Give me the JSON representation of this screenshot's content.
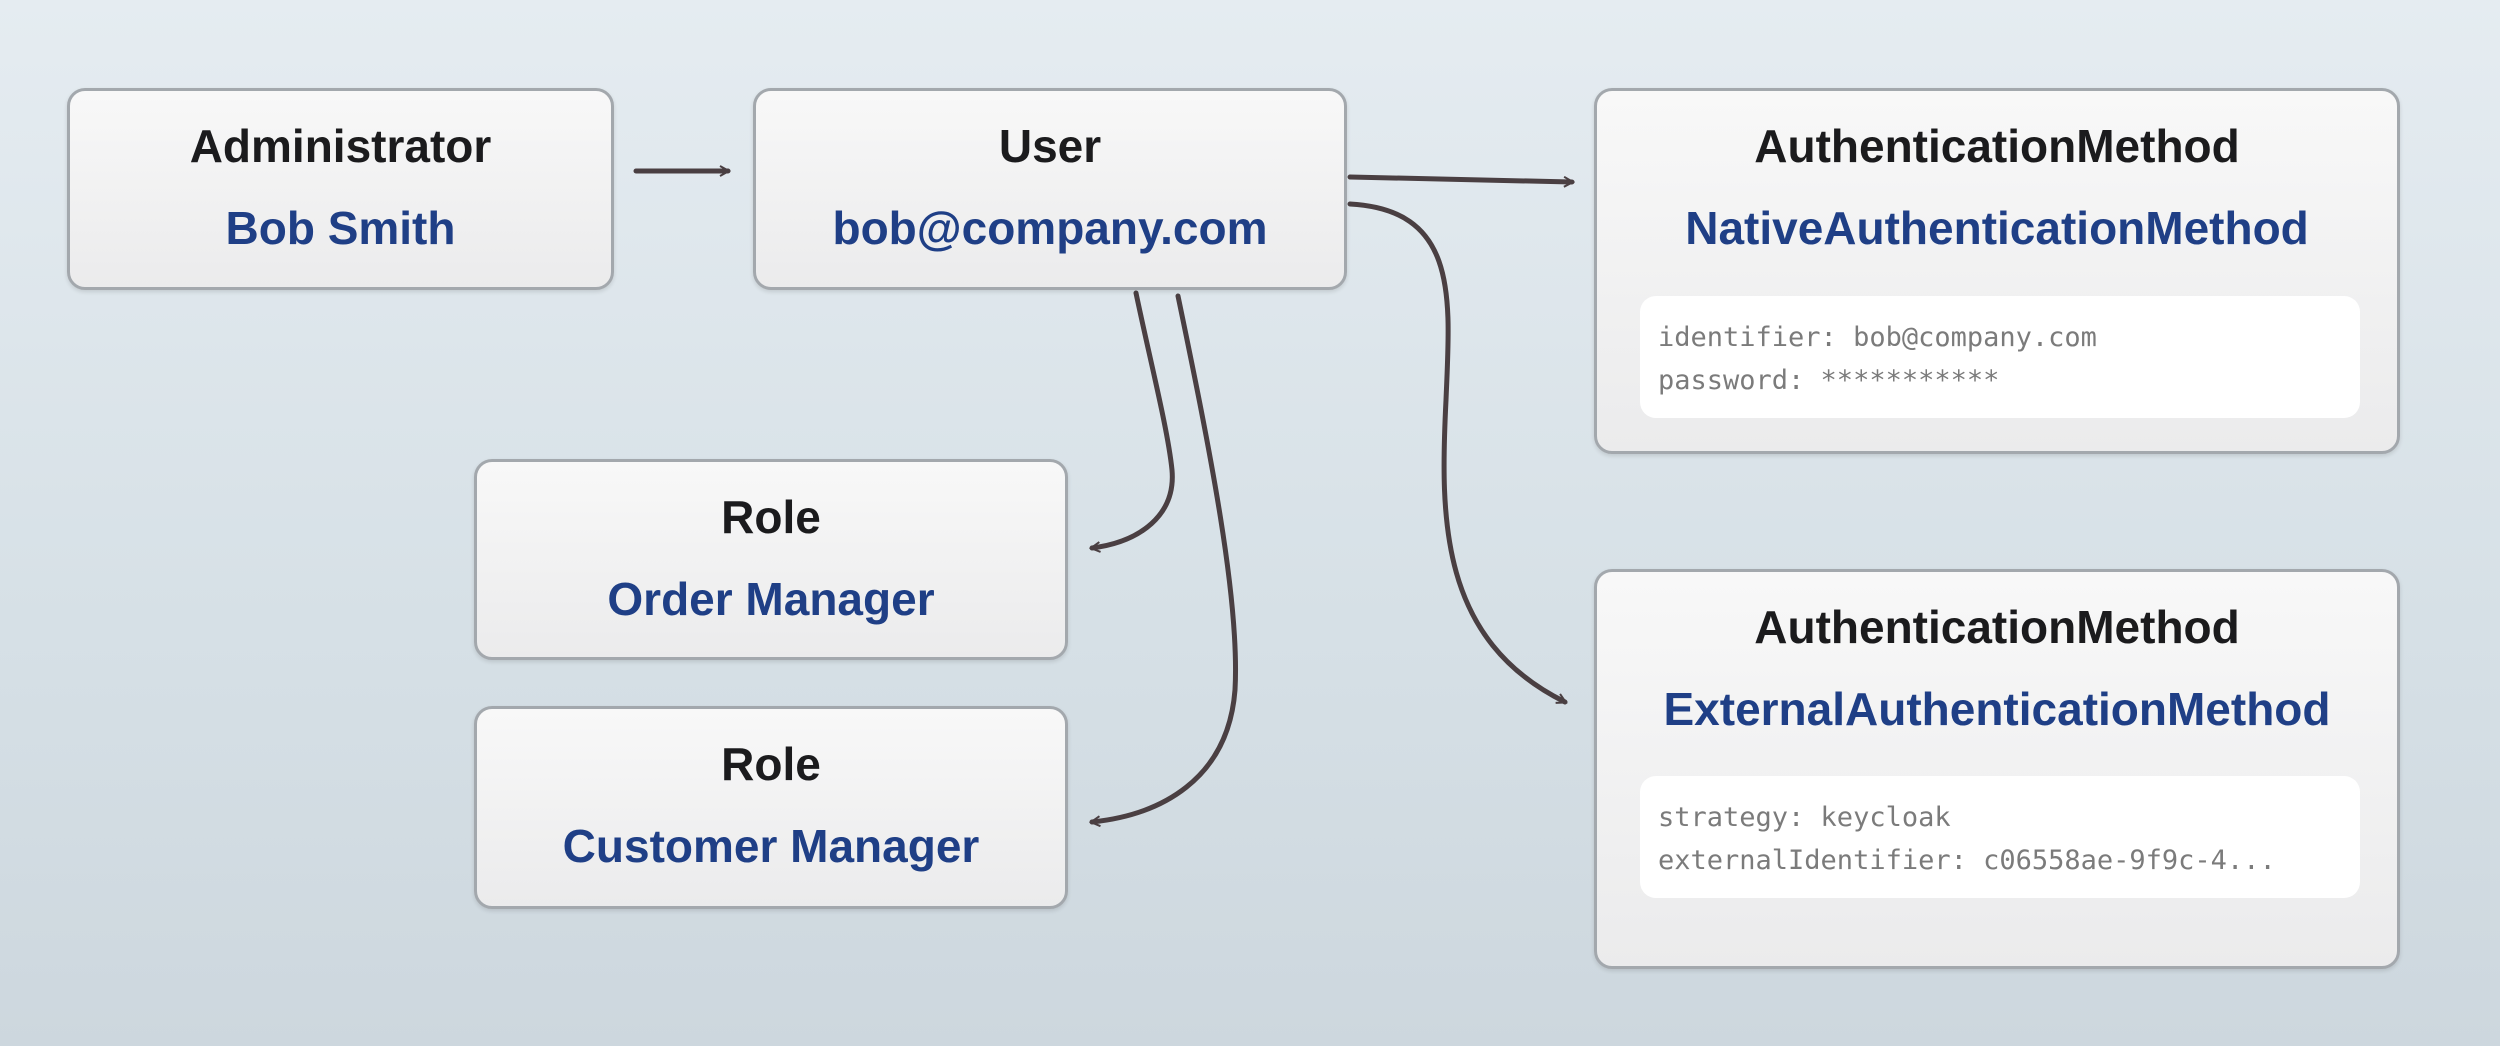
{
  "nodes": {
    "administrator": {
      "type": "Administrator",
      "name": "Bob Smith"
    },
    "user": {
      "type": "User",
      "name": "bob@company.com"
    },
    "role_1": {
      "type": "Role",
      "name": "Order Manager"
    },
    "role_2": {
      "type": "Role",
      "name": "Customer Manager"
    },
    "auth_native": {
      "type": "AuthenticationMethod",
      "name": "NativeAuthenticationMethod",
      "fields": [
        "identifier: bob@company.com",
        "password: ***********"
      ]
    },
    "auth_external": {
      "type": "AuthenticationMethod",
      "name": "ExternalAuthenticationMethod",
      "fields": [
        "strategy: keycloak",
        "externalIdentifier: c06558ae-9f9c-4..."
      ]
    }
  },
  "colors": {
    "type_text": "#1b1b1d",
    "name_text": "#1f3f86",
    "arrow": "#4a3f42"
  }
}
